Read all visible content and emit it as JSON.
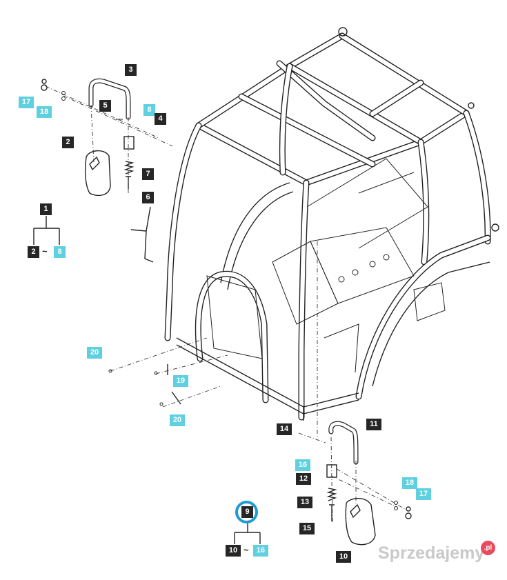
{
  "callouts": [
    {
      "id": "c3",
      "label": "3",
      "style": "dark"
    },
    {
      "id": "c5",
      "label": "5",
      "style": "dark"
    },
    {
      "id": "c17a",
      "label": "17",
      "style": "cyan"
    },
    {
      "id": "c18a",
      "label": "18",
      "style": "cyan"
    },
    {
      "id": "c8a",
      "label": "8",
      "style": "cyan"
    },
    {
      "id": "c4",
      "label": "4",
      "style": "dark"
    },
    {
      "id": "c2a",
      "label": "2",
      "style": "dark"
    },
    {
      "id": "c7",
      "label": "7",
      "style": "dark"
    },
    {
      "id": "c6",
      "label": "6",
      "style": "dark"
    },
    {
      "id": "c1",
      "label": "1",
      "style": "dark"
    },
    {
      "id": "c2b",
      "label": "2",
      "style": "dark"
    },
    {
      "id": "c8b",
      "label": "8",
      "style": "cyan"
    },
    {
      "id": "c20a",
      "label": "20",
      "style": "cyan"
    },
    {
      "id": "c19",
      "label": "19",
      "style": "cyan"
    },
    {
      "id": "c20b",
      "label": "20",
      "style": "cyan"
    },
    {
      "id": "c11",
      "label": "11",
      "style": "dark"
    },
    {
      "id": "c14",
      "label": "14",
      "style": "dark"
    },
    {
      "id": "c16a",
      "label": "16",
      "style": "cyan"
    },
    {
      "id": "c12",
      "label": "12",
      "style": "dark"
    },
    {
      "id": "c18b",
      "label": "18",
      "style": "cyan"
    },
    {
      "id": "c17b",
      "label": "17",
      "style": "cyan"
    },
    {
      "id": "c13",
      "label": "13",
      "style": "dark"
    },
    {
      "id": "c9",
      "label": "9",
      "style": "dark"
    },
    {
      "id": "c15",
      "label": "15",
      "style": "dark"
    },
    {
      "id": "c10a",
      "label": "10",
      "style": "dark"
    },
    {
      "id": "c16b",
      "label": "16",
      "style": "cyan"
    },
    {
      "id": "c10b",
      "label": "10",
      "style": "dark"
    }
  ],
  "tilde": "~",
  "watermark": {
    "text": "Sprzedajemy",
    "badge": ".pl"
  }
}
